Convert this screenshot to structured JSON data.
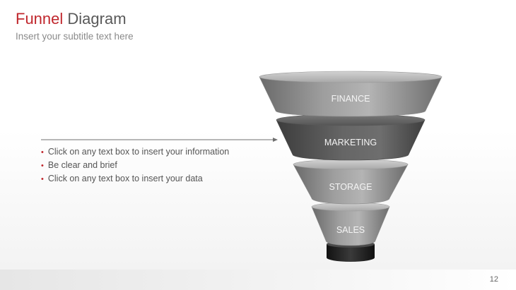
{
  "header": {
    "title_accent": "Funnel",
    "title_rest": " Diagram",
    "subtitle": "Insert your subtitle text here"
  },
  "bullets": [
    "Click on any text box to insert your information",
    "Be clear and brief",
    "Click on any text box to insert your data"
  ],
  "funnel": {
    "stages": [
      {
        "label": "FINANCE"
      },
      {
        "label": "MARKETING"
      },
      {
        "label": "STORAGE"
      },
      {
        "label": "SALES"
      }
    ]
  },
  "colors": {
    "accent": "#c0272d",
    "text": "#595959"
  },
  "footer": {
    "page_number": "12"
  }
}
